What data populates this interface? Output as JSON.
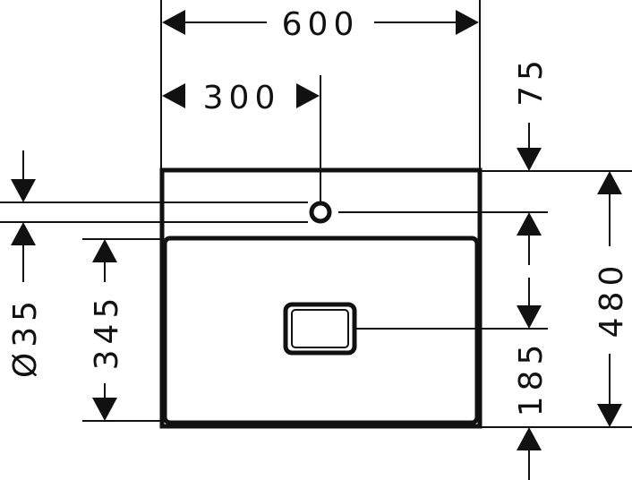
{
  "dimensions": {
    "total_width": "600",
    "half_width": "300",
    "tap_offset_top": "75",
    "total_depth": "480",
    "bowl_depth": "345",
    "tap_hole_diameter": "Ø35",
    "drain_offset": "185"
  },
  "colors": {
    "line": "#111111",
    "background": "#ffffff"
  }
}
